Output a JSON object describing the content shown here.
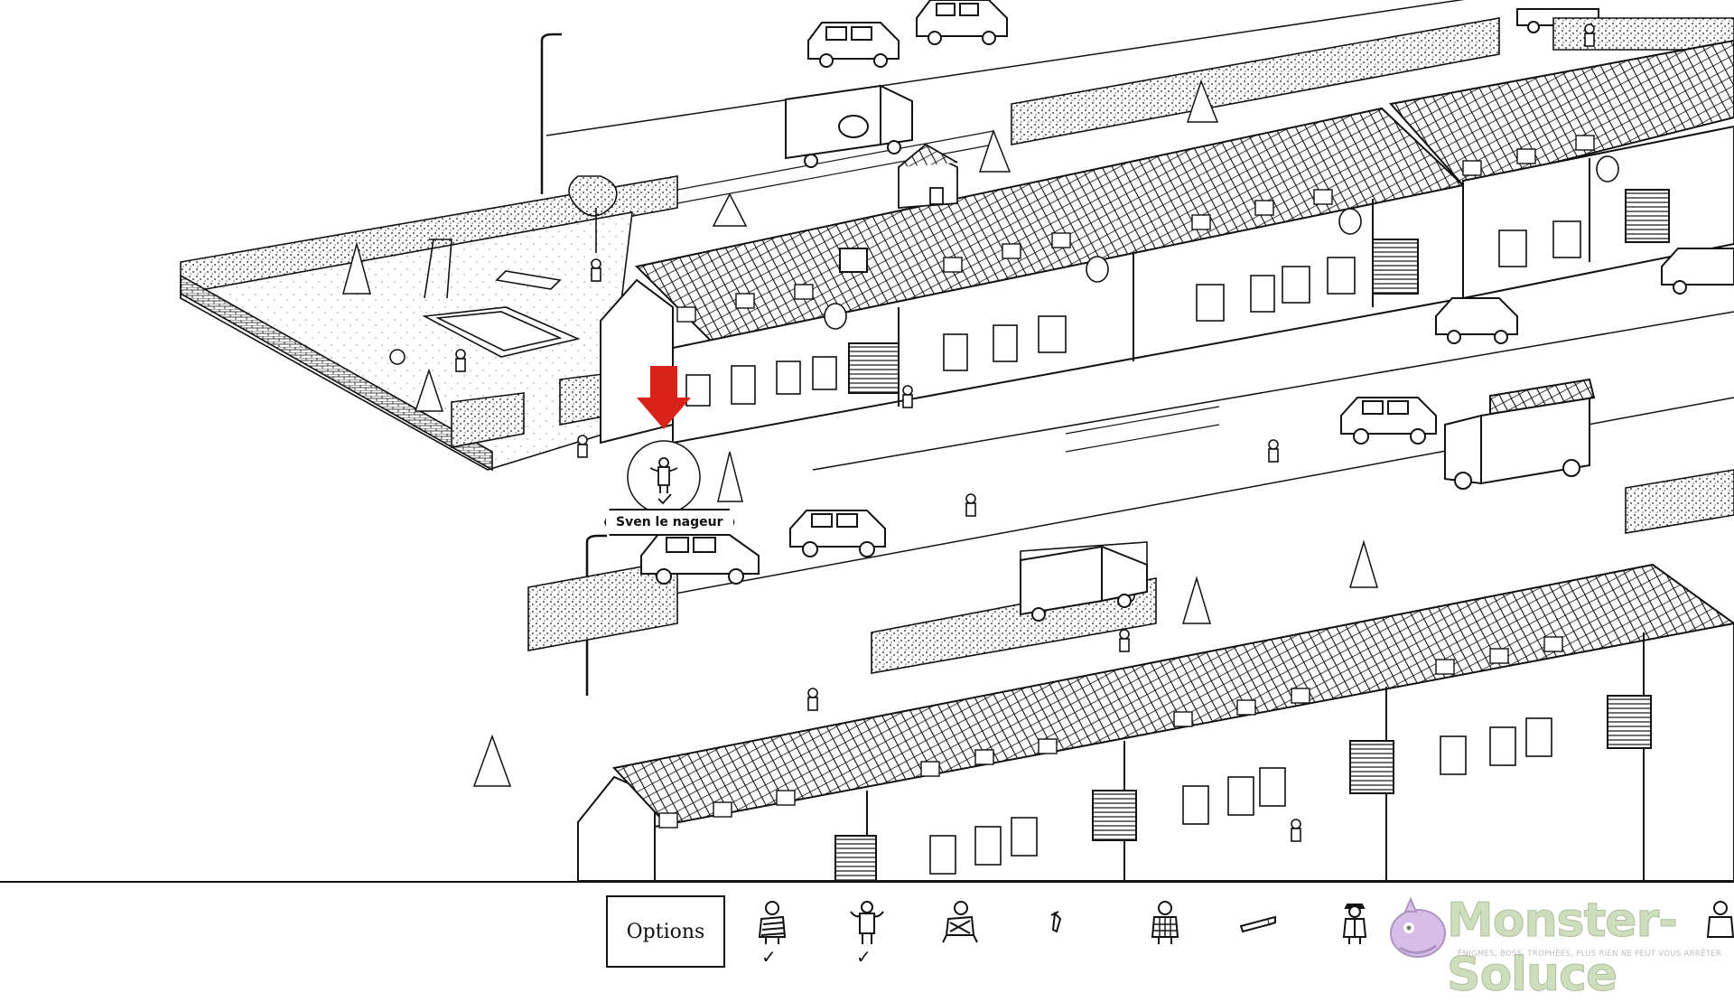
{
  "hud": {
    "options_label": "Options",
    "tooltip_label": "Sven le nageur"
  },
  "targets": [
    {
      "id": "target-1",
      "icon": "striped-person-icon",
      "found": true,
      "check": "✓"
    },
    {
      "id": "target-2",
      "icon": "swimmer-sven-icon",
      "found": true,
      "check": "✓"
    },
    {
      "id": "target-3",
      "icon": "sitting-person-icon",
      "found": false,
      "check": ""
    },
    {
      "id": "target-4",
      "icon": "small-tool-icon",
      "found": false,
      "check": ""
    },
    {
      "id": "target-5",
      "icon": "checkered-person-icon",
      "found": false,
      "check": ""
    },
    {
      "id": "target-6",
      "icon": "saw-icon",
      "found": false,
      "check": ""
    },
    {
      "id": "target-7",
      "icon": "hat-person-icon",
      "found": false,
      "check": ""
    },
    {
      "id": "target-8",
      "icon": "partial-person-icon",
      "found": false,
      "check": ""
    }
  ],
  "watermark": {
    "logo": "Monster-Soluce",
    "tagline": "ÉNIGMES, BOSS, TROPHÉES, PLUS RIEN NE PEUT VOUS ARRÊTER"
  },
  "colors": {
    "ink": "#111111",
    "paper": "#ffffff",
    "marker_arrow": "#d8231b",
    "watermark_green": "#a7c487",
    "watermark_purple": "#b58ad6"
  }
}
